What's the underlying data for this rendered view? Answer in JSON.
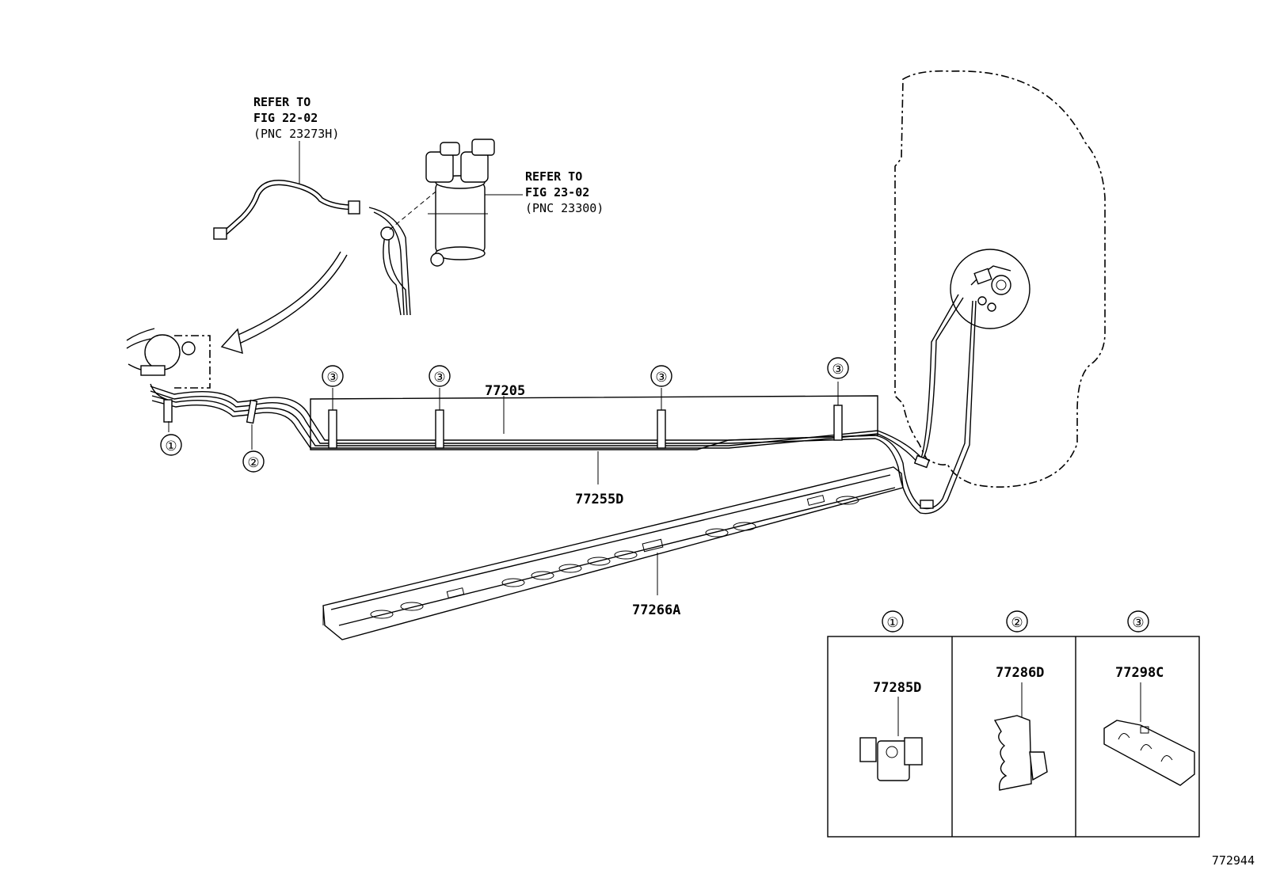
{
  "refs": {
    "top_left": {
      "line1": "REFER TO",
      "line2": "FIG 22-02",
      "line3": "(PNC 23273H)"
    },
    "top_center": {
      "line1": "REFER TO",
      "line2": "FIG 23-02",
      "line3": "(PNC 23300)"
    }
  },
  "parts": {
    "tube_assembly": "77205",
    "tube": "77255D",
    "protector": "77266A",
    "clamp_1": "77285D",
    "clamp_2": "77286D",
    "clamp_3": "77298C"
  },
  "callouts": {
    "one": "①",
    "two": "②",
    "three": "③"
  },
  "detail_box": {
    "col1": "①",
    "col2": "②",
    "col3": "③"
  },
  "figure_id": "772944"
}
